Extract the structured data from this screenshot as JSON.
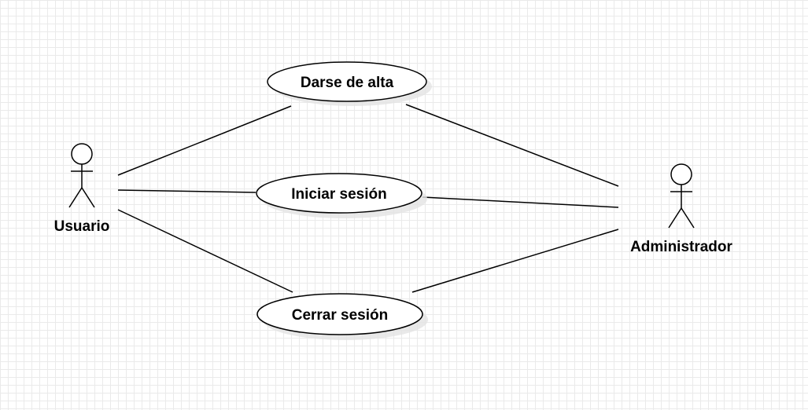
{
  "diagram": {
    "actors": [
      {
        "id": "usuario",
        "label": "Usuario"
      },
      {
        "id": "administrador",
        "label": "Administrador"
      }
    ],
    "use_cases": [
      {
        "id": "alta",
        "label": "Darse de alta"
      },
      {
        "id": "iniciar",
        "label": "Iniciar sesión"
      },
      {
        "id": "cerrar",
        "label": "Cerrar sesión"
      }
    ],
    "associations": [
      {
        "from": "usuario",
        "to": "alta"
      },
      {
        "from": "usuario",
        "to": "iniciar"
      },
      {
        "from": "usuario",
        "to": "cerrar"
      },
      {
        "from": "administrador",
        "to": "alta"
      },
      {
        "from": "administrador",
        "to": "iniciar"
      },
      {
        "from": "administrador",
        "to": "cerrar"
      }
    ]
  }
}
